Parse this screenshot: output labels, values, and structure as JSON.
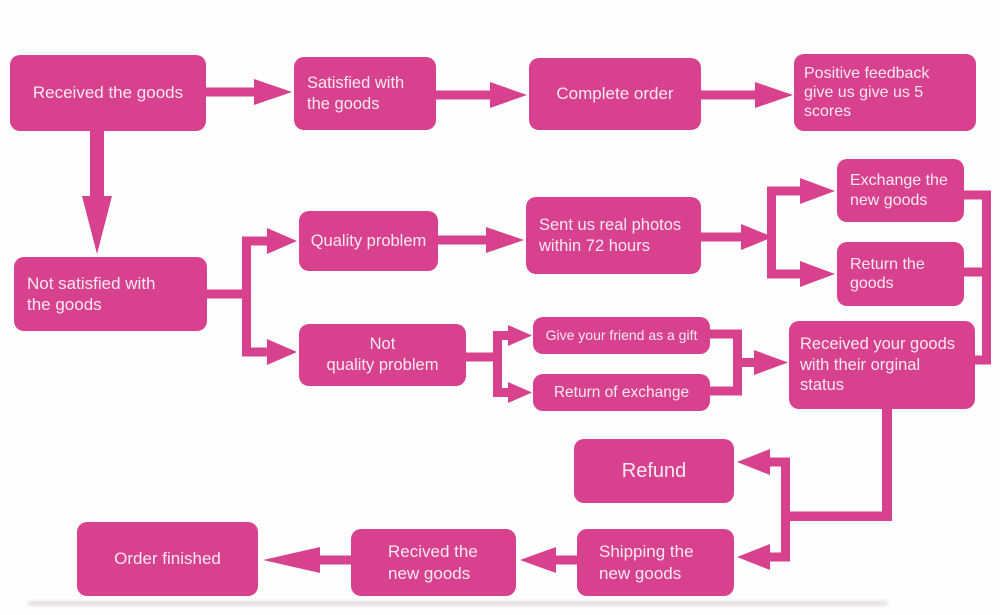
{
  "diagram": {
    "type": "flowchart",
    "colors": {
      "node_fill": "#d8418d",
      "node_text": "#f9e9f2",
      "background": "#ffffff"
    },
    "nodes": [
      {
        "id": "received-goods",
        "label": "Received the goods"
      },
      {
        "id": "satisfied-with-goods",
        "label": "Satisfied with\nthe goods"
      },
      {
        "id": "complete-order",
        "label": "Complete order"
      },
      {
        "id": "positive-feedback",
        "label": "Positive feedback\ngive us give us 5\nscores"
      },
      {
        "id": "not-satisfied-with-goods",
        "label": "Not satisfied with\nthe goods"
      },
      {
        "id": "quality-problem",
        "label": "Quality problem"
      },
      {
        "id": "sent-real-photos",
        "label": "Sent us real photos\nwithin 72 hours"
      },
      {
        "id": "exchange-new-goods",
        "label": "Exchange the\nnew goods"
      },
      {
        "id": "return-goods",
        "label": "Return the\ngoods"
      },
      {
        "id": "not-quality-problem",
        "label": "Not\nquality problem"
      },
      {
        "id": "give-friend-gift",
        "label": "Give your friend as a gift"
      },
      {
        "id": "return-of-exchange",
        "label": "Return of exchange"
      },
      {
        "id": "received-original-status",
        "label": "Received your goods\nwith their orginal\nstatus"
      },
      {
        "id": "refund",
        "label": "Refund"
      },
      {
        "id": "shipping-new-goods",
        "label": "Shipping the\nnew goods"
      },
      {
        "id": "recived-new-goods",
        "label": "Recived the\nnew goods"
      },
      {
        "id": "order-finished",
        "label": "Order finished"
      }
    ],
    "edges": [
      {
        "from": "received-goods",
        "to": "satisfied-with-goods"
      },
      {
        "from": "satisfied-with-goods",
        "to": "complete-order"
      },
      {
        "from": "complete-order",
        "to": "positive-feedback"
      },
      {
        "from": "received-goods",
        "to": "not-satisfied-with-goods"
      },
      {
        "from": "not-satisfied-with-goods",
        "to": "quality-problem"
      },
      {
        "from": "not-satisfied-with-goods",
        "to": "not-quality-problem"
      },
      {
        "from": "quality-problem",
        "to": "sent-real-photos"
      },
      {
        "from": "sent-real-photos",
        "to": "exchange-new-goods"
      },
      {
        "from": "sent-real-photos",
        "to": "return-goods"
      },
      {
        "from": "exchange-new-goods",
        "to": "received-original-status"
      },
      {
        "from": "return-goods",
        "to": "received-original-status"
      },
      {
        "from": "not-quality-problem",
        "to": "give-friend-gift"
      },
      {
        "from": "not-quality-problem",
        "to": "return-of-exchange"
      },
      {
        "from": "give-friend-gift",
        "to": "received-original-status"
      },
      {
        "from": "return-of-exchange",
        "to": "received-original-status"
      },
      {
        "from": "received-original-status",
        "to": "refund"
      },
      {
        "from": "received-original-status",
        "to": "shipping-new-goods"
      },
      {
        "from": "shipping-new-goods",
        "to": "recived-new-goods"
      },
      {
        "from": "recived-new-goods",
        "to": "order-finished"
      }
    ]
  }
}
